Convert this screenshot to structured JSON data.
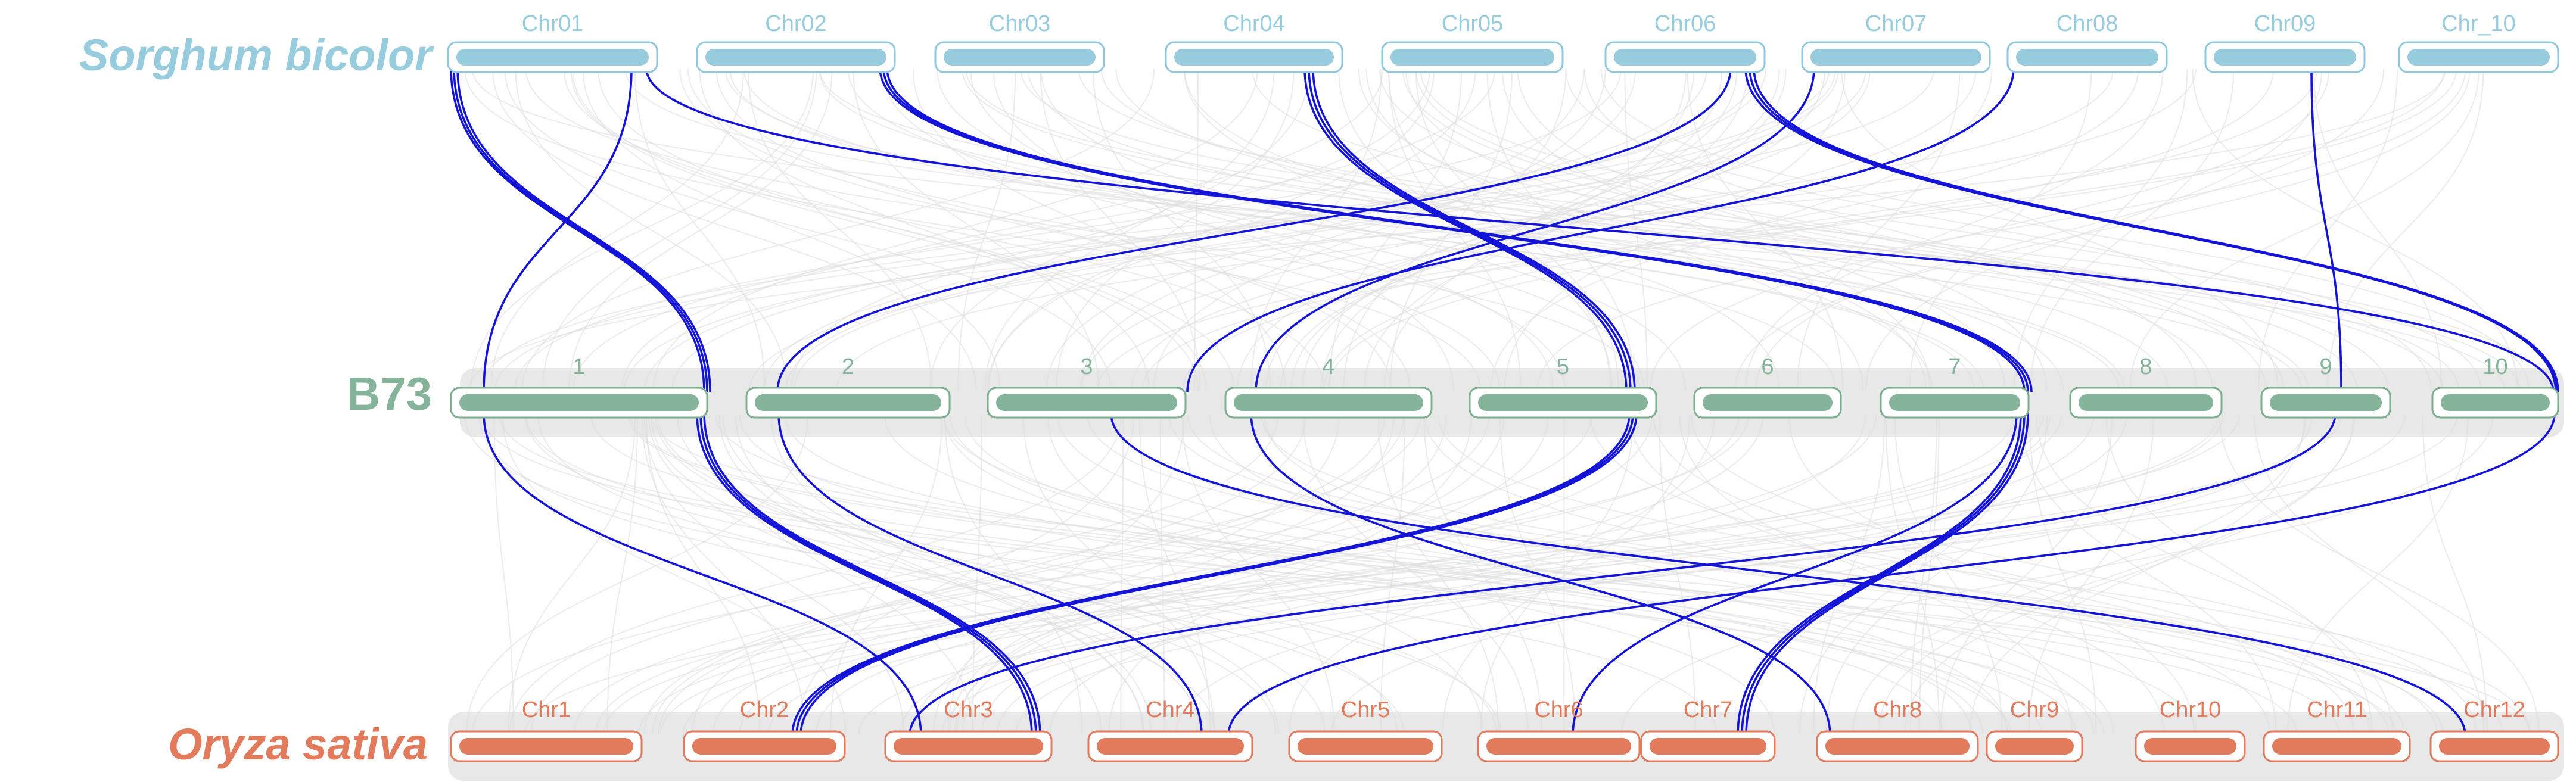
{
  "species": [
    {
      "name": "Sorghum bicolor",
      "italic": true,
      "color": "#96CCDD",
      "frame": "#8FC7DD",
      "chromosomes": [
        "Chr01",
        "Chr02",
        "Chr03",
        "Chr04",
        "Chr05",
        "Chr06",
        "Chr07",
        "Chr08",
        "Chr09",
        "Chr_10"
      ]
    },
    {
      "name": "B73",
      "italic": false,
      "color": "#86B49A",
      "frame": "#7BAF8E",
      "chromosomes": [
        "1",
        "2",
        "3",
        "4",
        "5",
        "6",
        "7",
        "8",
        "9",
        "10"
      ]
    },
    {
      "name": "Oryza sativa",
      "italic": true,
      "color": "#E27A5C",
      "frame": "#E27A5C",
      "chromosomes": [
        "Chr1",
        "Chr2",
        "Chr3",
        "Chr4",
        "Chr5",
        "Chr6",
        "Chr7",
        "Chr8",
        "Chr9",
        "Chr10",
        "Chr11",
        "Chr12"
      ]
    }
  ],
  "colors": {
    "highlight_link": "#1414D8",
    "background_link": "#DCDCDC",
    "band": "#E6E6E6"
  }
}
